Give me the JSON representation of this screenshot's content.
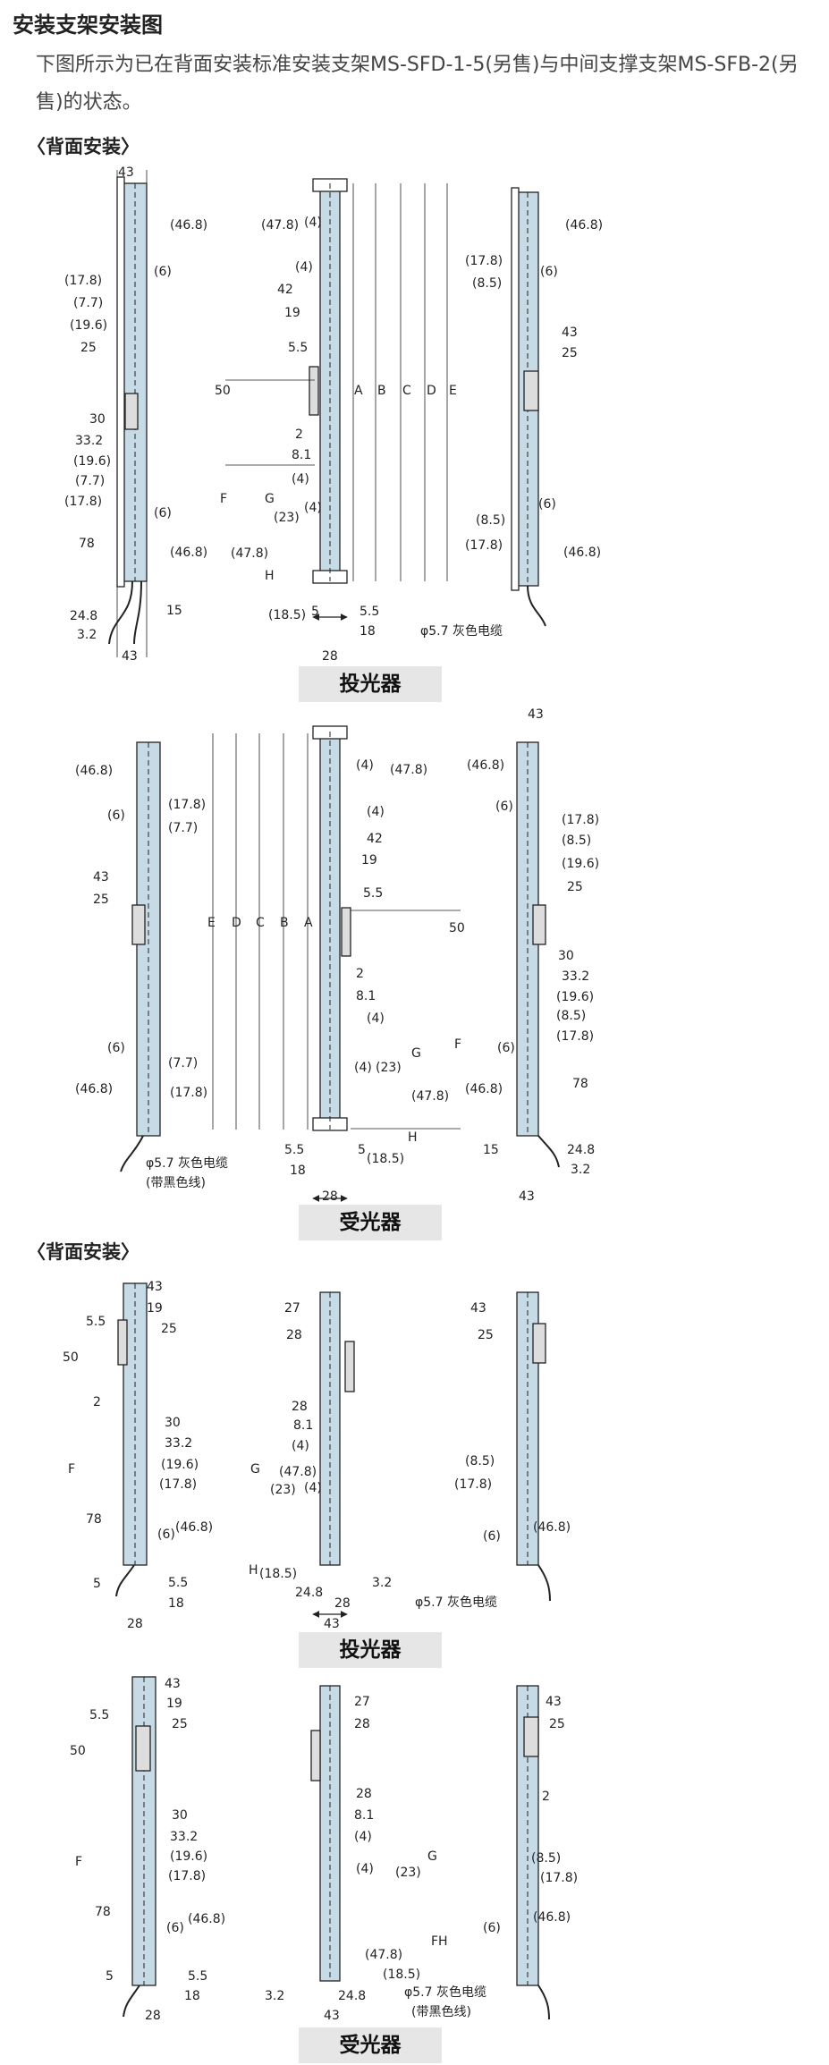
{
  "heading": "安装支架安装图",
  "description": "下图所示为已在背面安装标准安装支架MS-SFD-1-5(另售)与中间支撑支架MS-SFB-2(另售)的状态。",
  "section_back_mount_1": "〈背面安装〉",
  "section_back_mount_2": "〈背面安装〉",
  "caption_emitter_1": "投光器",
  "caption_receiver_1": "受光器",
  "caption_emitter_2": "投光器",
  "caption_receiver_2": "受光器",
  "cable_gray": "φ5.7 灰色电缆",
  "cable_gray_black_line": "φ5.7 灰色电缆",
  "cable_note": "(带黑色线)",
  "colors": {
    "line": "#222222",
    "sensor_body": "#c7dbe6",
    "caption_bg": "#e6e6e6"
  },
  "dims": {
    "n43": "43",
    "n46_8p": "(46.8)",
    "n6p": "(6)",
    "n17_8p": "(17.8)",
    "n7_7p": "(7.7)",
    "n19_6p": "(19.6)",
    "n25": "25",
    "n30": "30",
    "n33_2": "33.2",
    "n78": "78",
    "n24_8": "24.8",
    "n3_2": "3.2",
    "n15": "15",
    "n47_8p": "(47.8)",
    "n4p": "(4)",
    "n42": "42",
    "n19": "19",
    "n5_5": "5.5",
    "n50": "50",
    "n2": "2",
    "n8_1": "8.1",
    "n23p": "(23)",
    "n18_5p": "(18.5)",
    "n5": "5",
    "n18": "18",
    "n28": "28",
    "n8_5p": "(8.5)",
    "n27": "27",
    "lA": "A",
    "lB": "B",
    "lC": "C",
    "lD": "D",
    "lE": "E",
    "lF": "F",
    "lG": "G",
    "lH": "H"
  }
}
